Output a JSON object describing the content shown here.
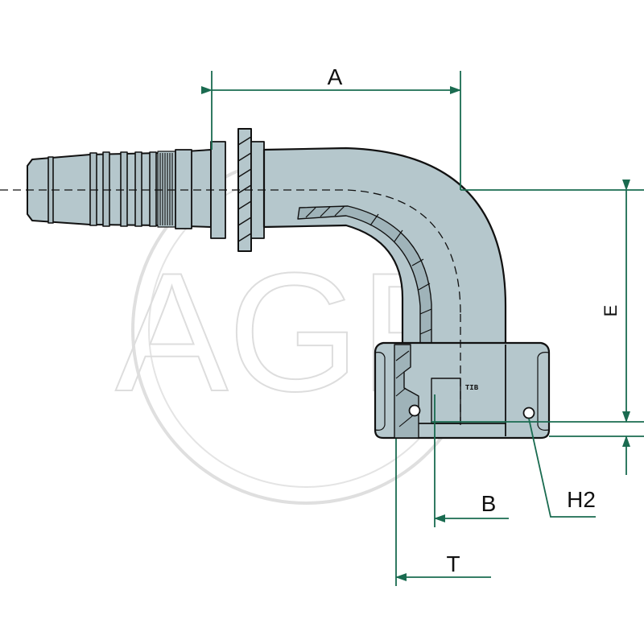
{
  "watermark": {
    "text": "AGP"
  },
  "part": {
    "marking": "TIB"
  },
  "dimensions": {
    "A": "A",
    "E": "E",
    "B": "B",
    "T": "T",
    "H2": "H2"
  },
  "colors": {
    "dimension": "#1a6b50",
    "fitting_fill": "#b5c7cc",
    "outline": "#111111",
    "watermark": "#d8d8d8"
  }
}
